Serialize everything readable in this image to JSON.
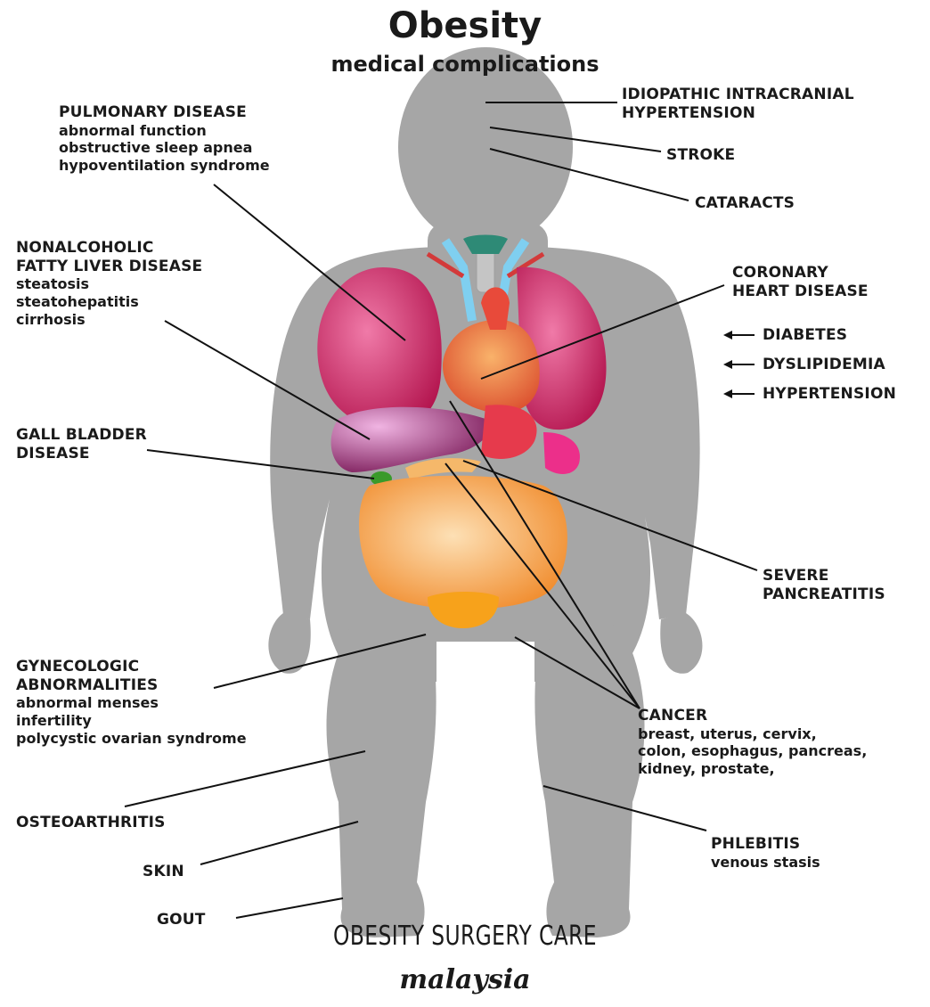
{
  "title": "Obesity",
  "subtitle": "medical complications",
  "colors": {
    "body": "#a4a4a4",
    "lungs": "#c81e5c",
    "liver": "#7f1f5c",
    "heart": "#e8502a",
    "intestines": "#f5943a",
    "stomach": "#e63a4c",
    "bladder": "#f7a21b",
    "trachea": "#7fcff0",
    "gallbladder": "#3a9a2a"
  },
  "labels": {
    "pulmonary": {
      "heading": "PULMONARY DISEASE",
      "items": [
        "abnormal function",
        "obstructive sleep apnea",
        "hypoventilation syndrome"
      ]
    },
    "nafld": {
      "heading_1": "NONALCOHOLIC",
      "heading_2": "FATTY LIVER DISEASE",
      "items": [
        "steatosis",
        "steatohepatitis",
        "cirrhosis"
      ]
    },
    "gall": {
      "heading_1": "GALL BLADDER",
      "heading_2": "DISEASE"
    },
    "gyneco": {
      "heading_1": "GYNECOLOGIC",
      "heading_2": "ABNORMALITIES",
      "items": [
        "abnormal menses",
        "infertility",
        "polycystic ovarian syndrome"
      ]
    },
    "osteo": {
      "heading": "OSTEOARTHRITIS"
    },
    "skin": {
      "heading": "SKIN"
    },
    "gout": {
      "heading": "GOUT"
    },
    "iih": {
      "heading_1": "IDIOPATHIC INTRACRANIAL",
      "heading_2": "HYPERTENSION"
    },
    "stroke": {
      "heading": "STROKE"
    },
    "cataracts": {
      "heading": "CATARACTS"
    },
    "chd": {
      "heading_1": "CORONARY",
      "heading_2": "HEART DISEASE"
    },
    "diabetes": {
      "heading": "DIABETES"
    },
    "dyslipidemia": {
      "heading": "DYSLIPIDEMIA"
    },
    "hypertension": {
      "heading": "HYPERTENSION"
    },
    "pancreatitis": {
      "heading_1": "SEVERE",
      "heading_2": "PANCREATITIS"
    },
    "cancer": {
      "heading": "CANCER",
      "items": [
        "breast, uterus, cervix,",
        "colon, esophagus, pancreas,",
        "kidney, prostate,"
      ]
    },
    "phlebitis": {
      "heading": "PHLEBITIS",
      "items": [
        "venous stasis"
      ]
    }
  },
  "arrow_glyph": "←",
  "brand": {
    "name": "OBESITY SURGERY CARE",
    "tagline": "malaysia"
  }
}
